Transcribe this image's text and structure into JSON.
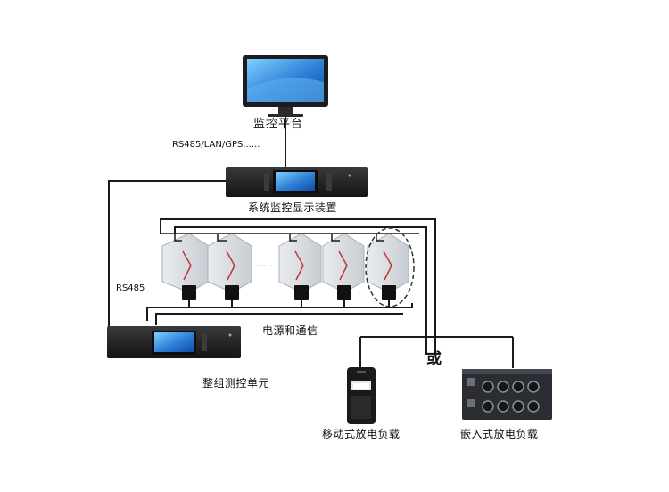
{
  "labels": {
    "monitor_platform": "监控平台",
    "protocols": "RS485/LAN/GPS......",
    "system_display": "系统监控显示装置",
    "rs485": "RS485",
    "power_comm": "电源和通信",
    "or": "或",
    "group_unit": "整组测控单元",
    "mobile_load": "移动式放电负载",
    "embedded_load": "嵌入式放电负载",
    "ellipsis": "......"
  },
  "battery_cells": {
    "count_left": 2,
    "count_right": 3
  },
  "colors": {
    "line": "#1a1a1a",
    "screen": "#3a8fe0",
    "device_body": "#1d1d1f",
    "battery": "#d9dde2",
    "battery_stripe": "#c0392b"
  },
  "icons": [
    "monitor-icon",
    "rack-device-icon",
    "battery-icon",
    "sensor-module-icon",
    "mobile-load-icon",
    "embedded-load-icon"
  ]
}
